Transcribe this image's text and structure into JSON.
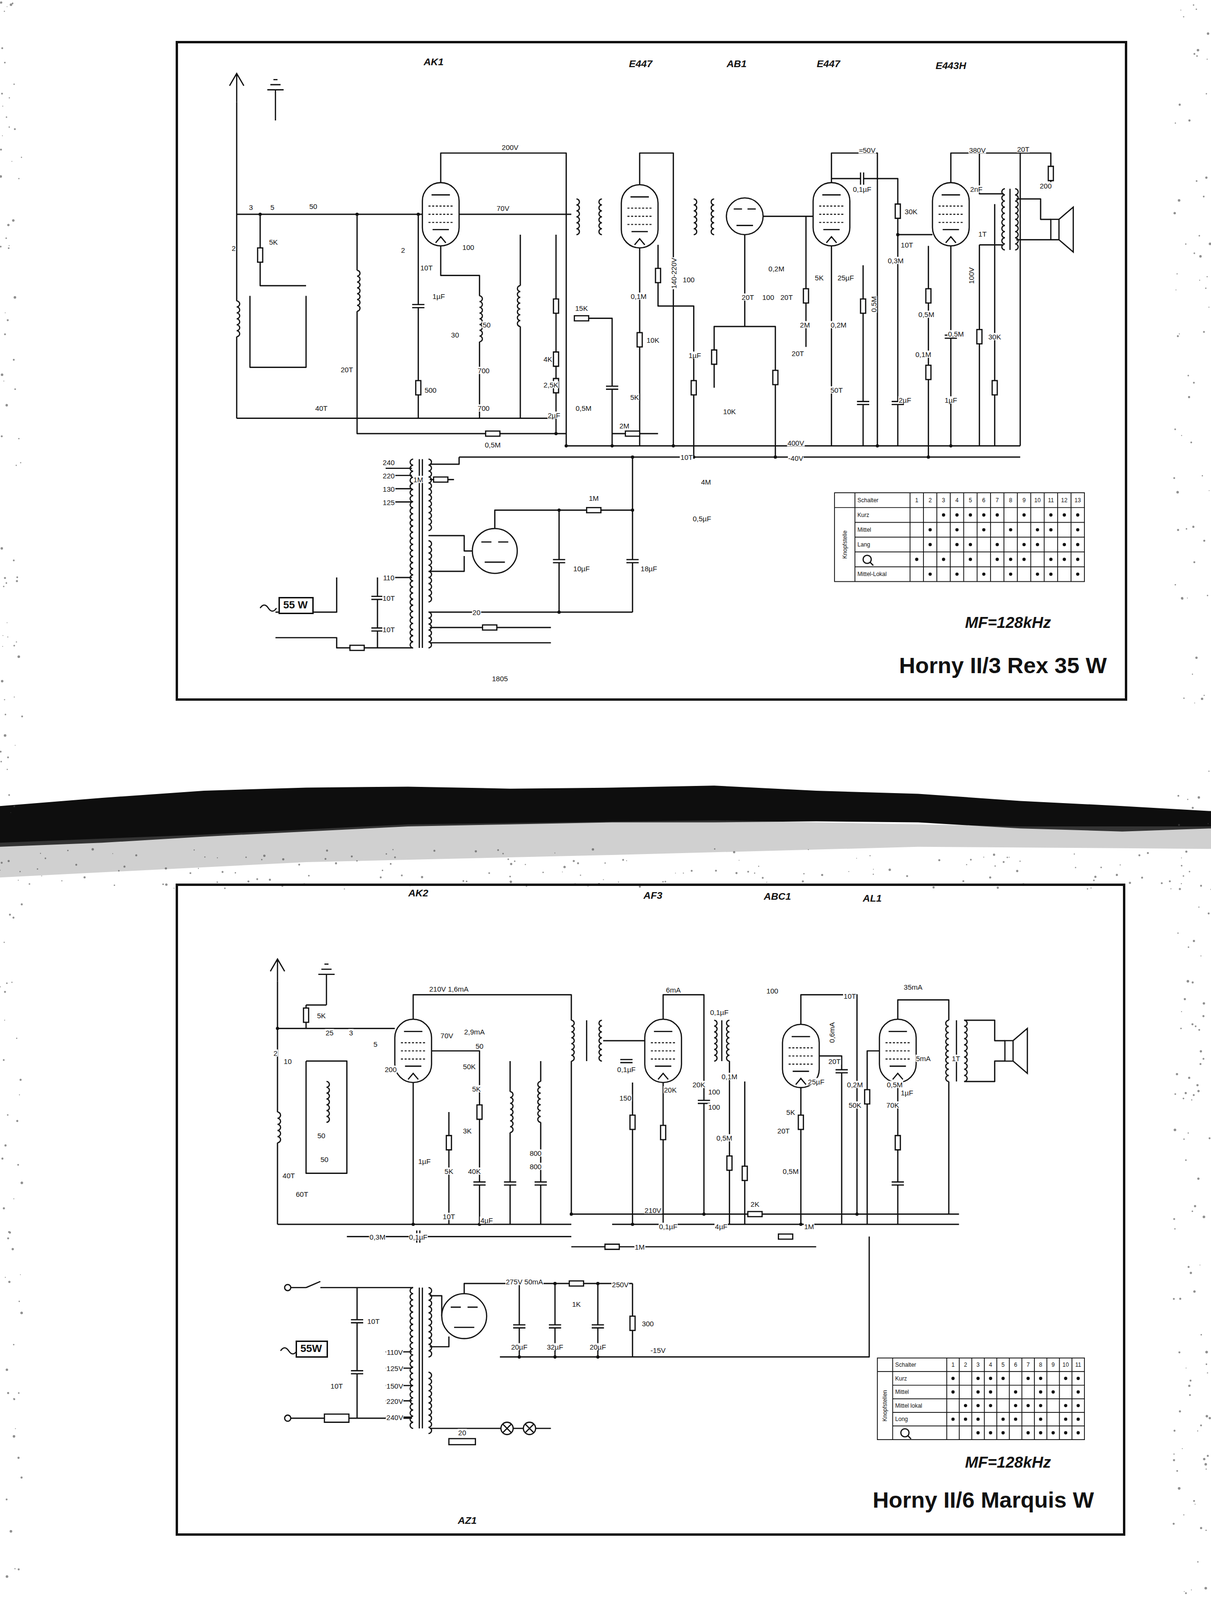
{
  "diagram": {
    "nodes": [
      {
        "text": [
          "Horny II/3 Rex 35 W"
        ]
      },
      {
        "text": [
          "55 W"
        ],
        "in": 0
      },
      {
        "text": [
          "Horny II/6 Marquis W"
        ]
      },
      {
        "text": [
          "55W"
        ],
        "in": 2
      }
    ],
    "labels": [
      "AK1",
      "E447",
      "AB1",
      "E447",
      "E443H",
      "200V",
      "70V",
      "≈50V",
      "380V",
      "20T",
      "200",
      "5K",
      "3",
      "5",
      "2",
      "50",
      "2",
      "10T",
      "1µF",
      "100",
      "500",
      "40T",
      "20T",
      "30",
      "50",
      "700",
      "700",
      "15K",
      "4K",
      "2,5K",
      "0,5M",
      "2µF",
      "2M",
      "0,5M",
      "400V",
      "-40V",
      "10T",
      "4M",
      "0,5µF",
      "1M",
      "1M",
      "10µF",
      "18µF",
      "240",
      "220",
      "130",
      "125",
      "110",
      "10T",
      "10T",
      "20",
      "1805",
      "140-220V",
      "0,2M",
      "100",
      "0,1M",
      "10K",
      "5K",
      "1µF",
      "20T",
      "100",
      "20T",
      "2M",
      "20T",
      "5K",
      "25µF",
      "0,2M",
      "0,5M",
      "50T",
      "2µF",
      "0,1µF",
      "30K",
      "10T",
      "0,3M",
      "2nF",
      "1T",
      "0,5M",
      "0,1M",
      "0,5M",
      "100V",
      "1µF",
      "30K",
      "10K",
      "MF=128kHz",
      "Schalter",
      "1",
      "2",
      "3",
      "4",
      "5",
      "6",
      "7",
      "8",
      "9",
      "10",
      "11",
      "12",
      "13",
      "Kurz",
      "Mittel",
      "Lang",
      "Mittel-Lokal",
      "Knopfstelle",
      "AK2",
      "AF3",
      "ABC1",
      "AL1",
      "AZ1",
      "210V 1,6mA",
      "70V",
      "2,9mA",
      "6mA",
      "100",
      "10T",
      "35mA",
      "5mA",
      "1T",
      "20T",
      "0,6mA",
      "0,1µF",
      "5K",
      "25",
      "3",
      "5",
      "200",
      "50",
      "50K",
      "5K",
      "3K",
      "5K",
      "40K",
      "1µF",
      "10T",
      "4µF",
      "800",
      "800",
      "40T",
      "60T",
      "50",
      "50",
      "10",
      "2",
      "0,1µF",
      "150",
      "20K",
      "20K",
      "210V",
      "0,1µF",
      "4µF",
      "2K",
      "1M",
      "1M",
      "0,3M",
      "0,1µF",
      "100",
      "0,1M",
      "100",
      "0,5M",
      "5K",
      "25µF",
      "20T",
      "0,5M",
      "0,2M",
      "50K",
      "0,5M",
      "70K",
      "1µF",
      "275V 50mA",
      "1K",
      "250V",
      "300",
      "-15V",
      "20µF",
      "32µF",
      "20µF",
      "10T",
      "10T",
      "110V",
      "125V",
      "150V",
      "220V",
      "240V",
      "20",
      "MF=128kHz",
      "Schalter",
      "1",
      "2",
      "3",
      "4",
      "5",
      "6",
      "7",
      "8",
      "9",
      "10",
      "11",
      "Kurz",
      "Mittel",
      "Mittel lokal",
      "Long",
      "Knopfstellen"
    ]
  }
}
